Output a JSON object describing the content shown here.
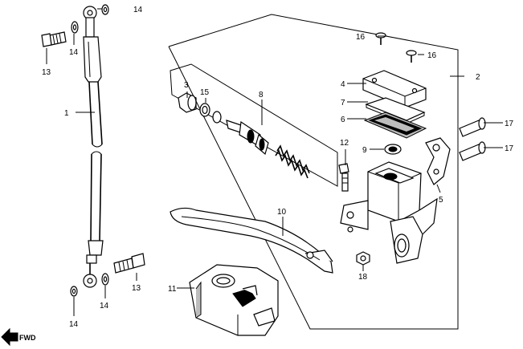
{
  "diagram": {
    "callouts": {
      "c1": "1",
      "c2": "2",
      "c3": "3",
      "c4": "4",
      "c5": "5",
      "c6": "6",
      "c7": "7",
      "c8": "8",
      "c9": "9",
      "c10": "10",
      "c11": "11",
      "c12": "12",
      "c13a": "13",
      "c13b": "13",
      "c14a": "14",
      "c14b": "14",
      "c14c": "14",
      "c15": "15",
      "c16a": "16",
      "c16b": "16",
      "c17a": "17",
      "c17b": "17",
      "c18": "18"
    },
    "fwd_label": "FWD"
  }
}
